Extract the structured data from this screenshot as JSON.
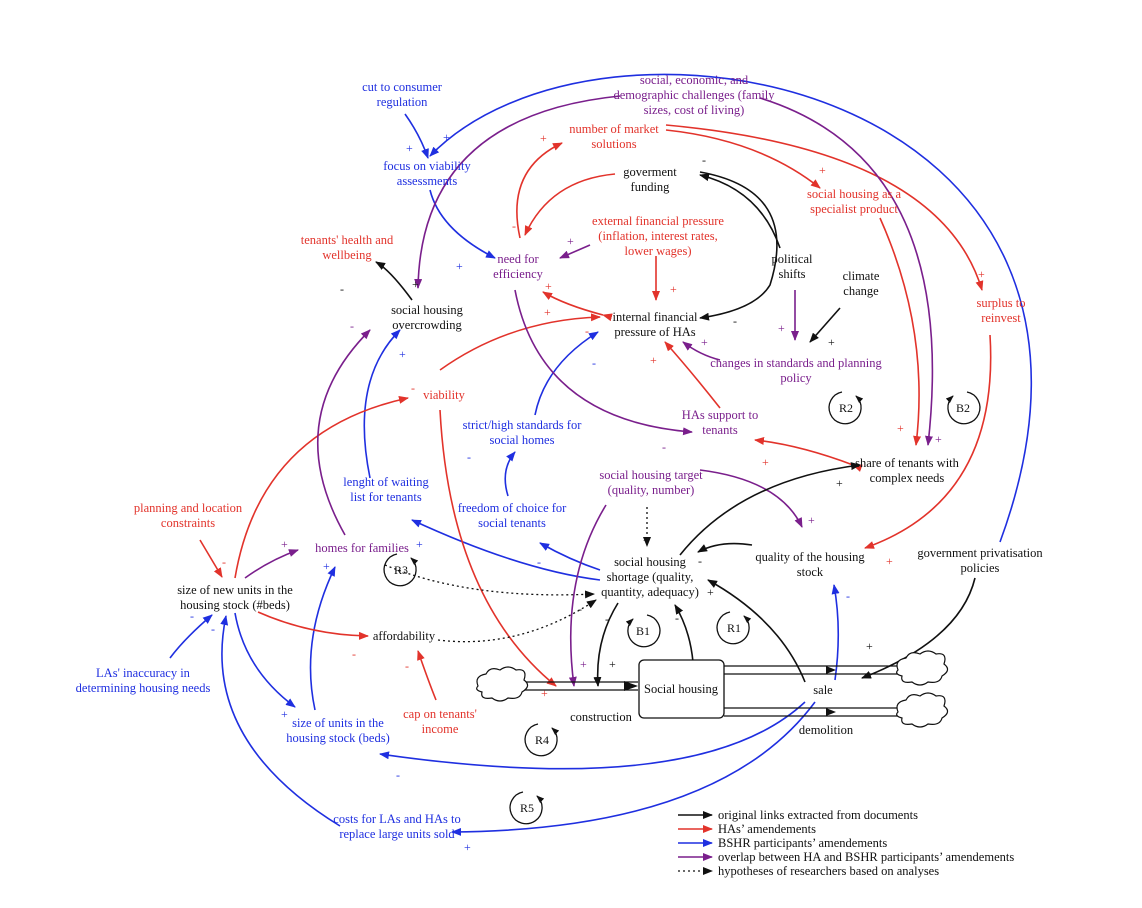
{
  "colors": {
    "original": "#111111",
    "ha": "#e2332b",
    "bshr": "#1f2fe0",
    "overlap": "#7a1f8c",
    "cloud": "#111111"
  },
  "nodes": {
    "cut_consumer": [
      "cut to consumer",
      "regulation"
    ],
    "focus_viability": [
      "focus on viability",
      "assessments"
    ],
    "social_challenges": [
      "social, economic, and",
      "demographic challenges (family",
      "sizes, cost of living)"
    ],
    "market_solutions": [
      "number of market",
      "solutions"
    ],
    "gov_funding": [
      "goverment",
      "funding"
    ],
    "specialist": [
      "social housing as a",
      "specialist product"
    ],
    "ext_pressure": [
      "external financial pressure",
      "(inflation, interest rates,",
      "lower wages)"
    ],
    "need_efficiency": [
      "need for",
      "efficiency"
    ],
    "tenants_health": [
      "tenants' health and",
      "wellbeing"
    ],
    "political": [
      "political",
      "shifts"
    ],
    "climate": [
      "climate",
      "change"
    ],
    "surplus": [
      "surplus to",
      "reinvest"
    ],
    "overcrowding": [
      "social housing",
      "overcrowding"
    ],
    "internal_pressure": [
      "internal financial",
      "pressure of HAs"
    ],
    "standards_policy": [
      "changes in standards and planning",
      "policy"
    ],
    "viability": [
      "viability"
    ],
    "strict_standards": [
      "strict/high standards for",
      "social homes"
    ],
    "has_support": [
      "HAs support to",
      "tenants"
    ],
    "complex_needs": [
      "share of tenants with",
      "complex needs"
    ],
    "waiting_list": [
      "lenght of waiting",
      "list for tenants"
    ],
    "target": [
      "social housing target",
      "(quality, number)"
    ],
    "freedom": [
      "freedom of choice for",
      "social tenants"
    ],
    "planning": [
      "planning and location",
      "constraints"
    ],
    "homes_families": [
      "homes for families"
    ],
    "shortage": [
      "social housing",
      "shortage (quality,",
      "quantity, adequacy)"
    ],
    "quality_stock": [
      "quality of the housing",
      "stock"
    ],
    "gov_privatisation": [
      "government privatisation",
      "policies"
    ],
    "size_new": [
      "size of new units in the",
      "housing stock (#beds)"
    ],
    "affordability": [
      "affordability"
    ],
    "las_inaccuracy": [
      "LAs' inaccuracy in",
      "determining housing needs"
    ],
    "cap_income": [
      "cap on tenants'",
      "income"
    ],
    "construction": [
      "construction"
    ],
    "stock": [
      "Social housing"
    ],
    "sale": [
      "sale"
    ],
    "demolition": [
      "demolition"
    ],
    "size_units": [
      "size of units in the",
      "housing stock (beds)"
    ],
    "costs_replace": [
      "costs for LAs and HAs to",
      "replace large units sold"
    ]
  },
  "loops": [
    "R2",
    "B2",
    "R3",
    "B1",
    "R1",
    "R4",
    "R5"
  ],
  "legend": [
    {
      "type": "original",
      "label": "original links extracted from documents"
    },
    {
      "type": "ha",
      "label": "HAs’ amendements"
    },
    {
      "type": "bshr",
      "label": "BSHR participants’ amendements"
    },
    {
      "type": "overlap",
      "label": "overlap between HA and BSHR participants’ amendements"
    },
    {
      "type": "hypothesis",
      "label": "hypotheses of researchers based on analyses"
    }
  ]
}
